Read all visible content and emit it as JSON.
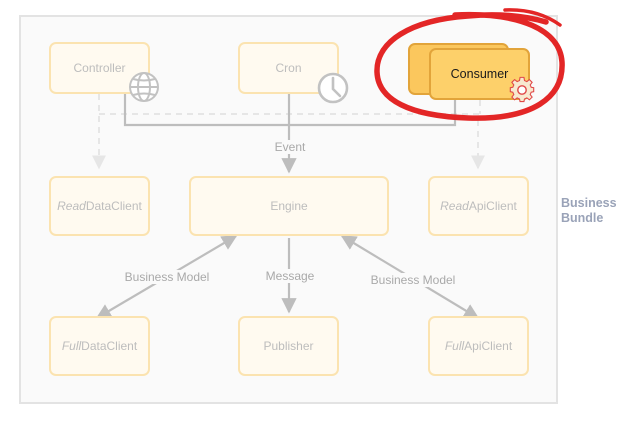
{
  "diagram": {
    "bundle_label_line1": "Business",
    "bundle_label_line2": "Bundle",
    "nodes": {
      "controller": "Controller",
      "cron": "Cron",
      "consumer": "Consumer",
      "engine": "Engine",
      "publisher": "Publisher",
      "read_data_client": {
        "prefix": "Read",
        "suffix": "DataClient"
      },
      "read_api_client": {
        "prefix": "Read",
        "suffix": "ApiClient"
      },
      "full_data_client": {
        "prefix": "Full",
        "suffix": "DataClient"
      },
      "full_api_client": {
        "prefix": "Full",
        "suffix": "ApiClient"
      }
    },
    "edge_labels": {
      "event": "Event",
      "message": "Message",
      "business_model_left": "Business Model",
      "business_model_right": "Business Model"
    },
    "icons": [
      "globe-icon",
      "clock-icon",
      "gear-icon"
    ],
    "colors": {
      "node_fill": "#fffaf0",
      "node_border": "#fbe3b0",
      "consumer_fill": "#fdd06a",
      "consumer_border": "#e2a43a",
      "highlight_circle": "#e32626",
      "connector": "#bdbdbd",
      "bundle_label": "#9aa3b8"
    }
  }
}
